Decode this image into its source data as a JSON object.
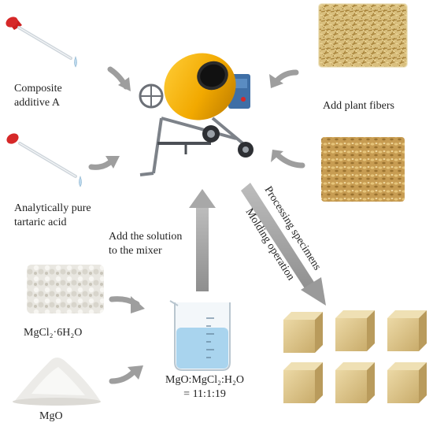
{
  "labels": {
    "composite_line1": "Composite",
    "composite_line2": "additive A",
    "tartaric_line1": "Analytically pure",
    "tartaric_line2": "tartaric acid",
    "solution_line1": "Add the solution",
    "solution_line2": "to the mixer",
    "plant_fibers": "Add plant fibers",
    "processing": "Processing specimens",
    "molding": "Molding operation",
    "mgcl2": "MgCl₂·6H₂O",
    "mgo": "MgO",
    "ratio_line1": "MgO:MgCl₂:H₂O",
    "ratio_line2": "= 11:1:19"
  },
  "colors": {
    "arrow": "#9e9e9e",
    "mixer_drum": "#f2a900",
    "mixer_frame": "#8a8f96",
    "liquid": "#a9d4ee",
    "wood": "#dcc58e",
    "fiber": "#c9a45a",
    "dropper_bulb": "#cc1f1f"
  }
}
